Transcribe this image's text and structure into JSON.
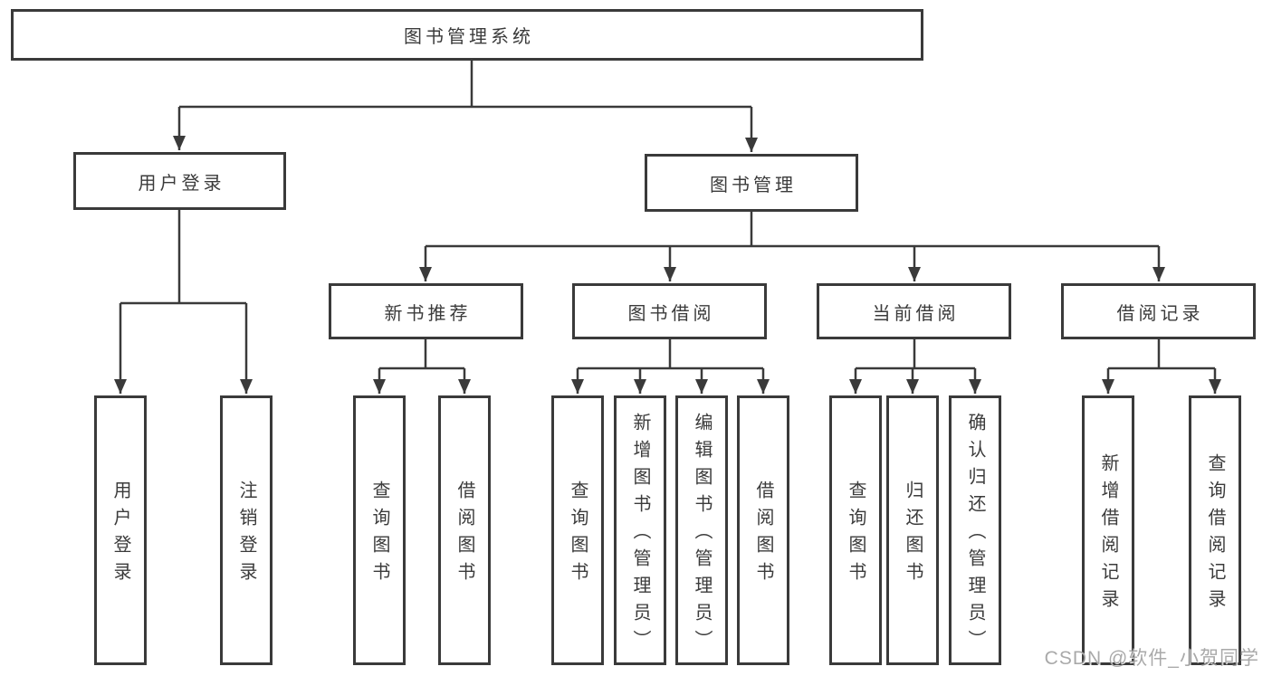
{
  "page": {
    "background": "#ffffff",
    "line_color": "#3a3a3a",
    "text_color": "#3b3b3b"
  },
  "tree": {
    "label": "图书管理系统",
    "children": [
      {
        "label": "用户登录",
        "children": [
          {
            "label": "用户登录"
          },
          {
            "label": "注销登录"
          }
        ]
      },
      {
        "label": "图书管理",
        "children": [
          {
            "label": "新书推荐",
            "children": [
              {
                "label": "查询图书"
              },
              {
                "label": "借阅图书"
              }
            ]
          },
          {
            "label": "图书借阅",
            "children": [
              {
                "label": "查询图书"
              },
              {
                "label": "新增图书（管理员）"
              },
              {
                "label": "编辑图书（管理员）"
              },
              {
                "label": "借阅图书"
              }
            ]
          },
          {
            "label": "当前借阅",
            "children": [
              {
                "label": "查询图书"
              },
              {
                "label": "归还图书"
              },
              {
                "label": "确认归还（管理员）"
              }
            ]
          },
          {
            "label": "借阅记录",
            "children": [
              {
                "label": "新增借阅记录"
              },
              {
                "label": "查询借阅记录"
              }
            ]
          }
        ]
      }
    ]
  },
  "watermark": {
    "text": "CSDN @软件_小贺同学"
  }
}
